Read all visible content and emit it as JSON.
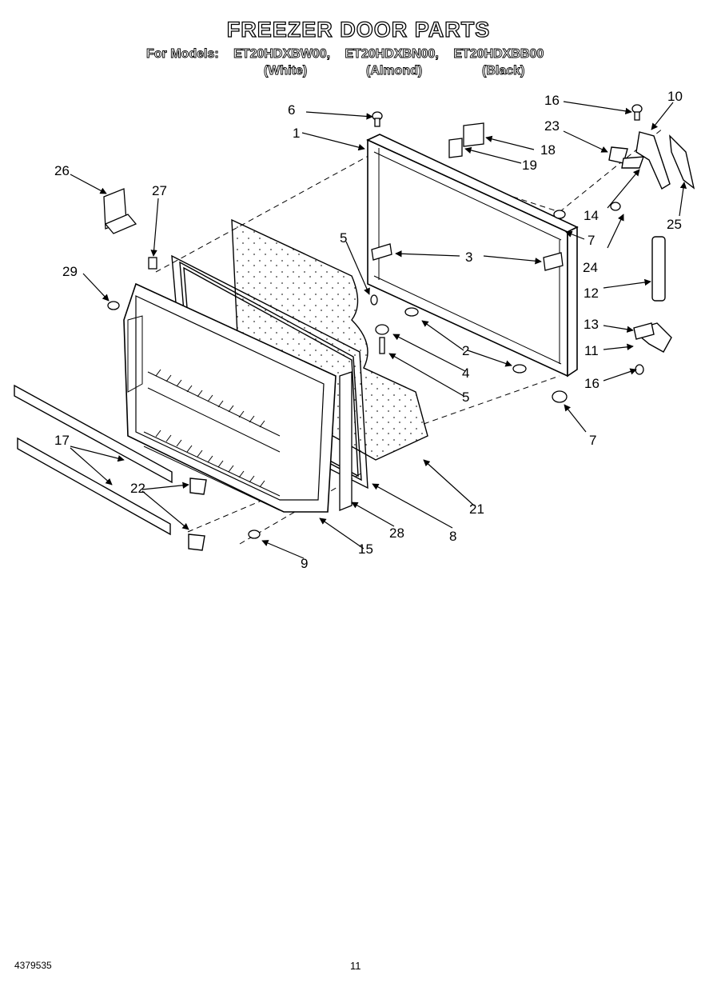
{
  "header": {
    "title": "FREEZER DOOR PARTS",
    "models_label": "For Models:",
    "models": [
      "ET20HDXBW00,",
      "ET20HDXBN00,",
      "ET20HDXBB00"
    ],
    "variants": [
      "(White)",
      "(Almond)",
      "(Black)"
    ]
  },
  "callouts": [
    "1",
    "2",
    "3",
    "4",
    "5",
    "5",
    "6",
    "7",
    "7",
    "8",
    "9",
    "10",
    "11",
    "12",
    "13",
    "14",
    "15",
    "16",
    "16",
    "17",
    "18",
    "19",
    "21",
    "22",
    "23",
    "24",
    "25",
    "26",
    "27",
    "28",
    "29"
  ],
  "footer": {
    "doc_number": "4379535",
    "page_number": "11"
  }
}
